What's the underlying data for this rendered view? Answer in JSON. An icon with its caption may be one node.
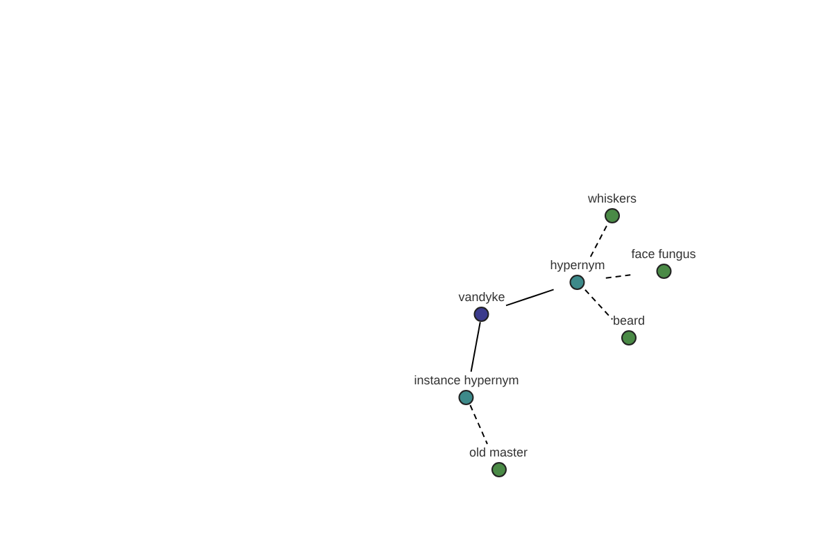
{
  "diagram": {
    "nodes": [
      {
        "text": [
          "whiskers"
        ]
      },
      {
        "text": [
          "face fungus"
        ]
      },
      {
        "text": [
          "hypernym"
        ]
      },
      {
        "text": [
          "vandyke"
        ]
      },
      {
        "text": [
          "beard"
        ]
      },
      {
        "text": [
          "instance hypernym"
        ]
      },
      {
        "text": [
          "old master"
        ]
      }
    ],
    "edges": [
      {
        "from": 3,
        "to": 2,
        "arrow": "none"
      },
      {
        "from": 3,
        "to": 5,
        "arrow": "none"
      },
      {
        "from": 2,
        "to": 0,
        "arrow": "none",
        "style": "dashed"
      },
      {
        "from": 2,
        "to": 1,
        "arrow": "none",
        "style": "dashed"
      },
      {
        "from": 2,
        "to": 4,
        "arrow": "none",
        "style": "dashed"
      },
      {
        "from": 5,
        "to": 6,
        "arrow": "none",
        "style": "dashed"
      }
    ]
  }
}
